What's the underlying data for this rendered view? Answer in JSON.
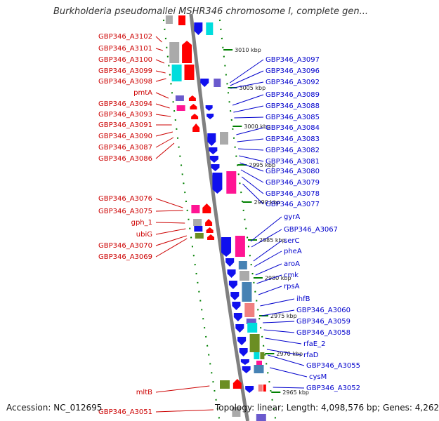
{
  "title": "Burkholderia pseudomallei MSHR346 chromosome I, complete gen...",
  "footer": {
    "accession": "Accession: NC_012695",
    "info": "Topology: linear; Length: 4,098,576 bp; Genes: 4,262"
  },
  "colors": {
    "left_label": "#cc0000",
    "right_label": "#0000cc",
    "backbone": "#808080",
    "dash": "#008000",
    "red": "#ff0000",
    "blue": "#1010ee",
    "magenta": "#ff1493",
    "cyan": "#00dddd",
    "gray": "#aaaaaa",
    "olive": "#6b8e23",
    "steel": "#4682b4",
    "salmon": "#f08080",
    "purple": "#6a5acd"
  },
  "kbp_ticks": [
    "3010 kbp",
    "3005 kbp",
    "3000 kbp",
    "2995 kbp",
    "2990 kbp",
    "2985 kbp",
    "2980 kbp",
    "2975 kbp",
    "2970 kbp",
    "2965 kbp"
  ],
  "left_labels": [
    "GBP346_A3102",
    "GBP346_A3101",
    "GBP346_A3100",
    "GBP346_A3099",
    "GBP346_A3098",
    "pmtA",
    "GBP346_A3094",
    "GBP346_A3093",
    "GBP346_A3091",
    "GBP346_A3090",
    "GBP346_A3087",
    "GBP346_A3086",
    "GBP346_A3076",
    "GBP346_A3075",
    "gph_1",
    "ubiG",
    "GBP346_A3070",
    "GBP346_A3069",
    "mltB",
    "GBP346_A3051"
  ],
  "right_labels": [
    "GBP346_A3097",
    "GBP346_A3096",
    "GBP346_A3092",
    "GBP346_A3089",
    "GBP346_A3088",
    "GBP346_A3085",
    "GBP346_A3084",
    "GBP346_A3083",
    "GBP346_A3082",
    "GBP346_A3081",
    "GBP346_A3080",
    "GBP346_A3079",
    "GBP346_A3078",
    "GBP346_A3077",
    "gyrA",
    "GBP346_A3067",
    "serC",
    "pheA",
    "aroA",
    "cmk",
    "rpsA",
    "ihfB",
    "GBP346_A3060",
    "GBP346_A3059",
    "GBP346_A3058",
    "rfaE_2",
    "rfaD",
    "GBP346_A3055",
    "cysM",
    "GBP346_A3052"
  ]
}
